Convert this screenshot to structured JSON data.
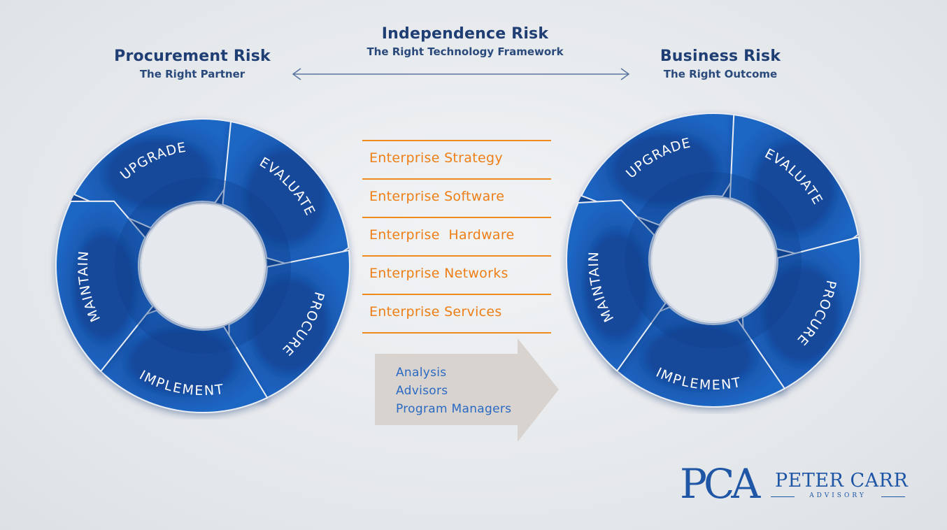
{
  "headers": {
    "left": {
      "title": "Procurement Risk",
      "subtitle": "The Right Partner"
    },
    "center": {
      "title": "Independence Risk",
      "subtitle": "The Right Technology Framework"
    },
    "right": {
      "title": "Business Risk",
      "subtitle": "The Right Outcome"
    }
  },
  "cycle": {
    "stages": [
      "UPGRADE",
      "EVALUATE",
      "PROCURE",
      "IMPLEMENT",
      "MAINTAIN"
    ]
  },
  "layers": [
    "Enterprise Strategy",
    "Enterprise Software",
    "Enterprise  Hardware",
    "Enterprise Networks",
    "Enterprise Services"
  ],
  "arrow_items": [
    "Analysis",
    "Advisors",
    "Program Managers"
  ],
  "logo": {
    "mark": "PCA",
    "name": "PETER CARR",
    "sub": "ADVISORY"
  },
  "colors": {
    "cycle_blue": "#1e66c4",
    "cycle_blue_dark": "#13489a",
    "header_navy": "#1f3f74",
    "layer_orange": "#ee7e16",
    "arrow_gray": "#d8d3cf",
    "arrow_text_blue": "#2a6ac2",
    "logo_blue": "#1f56a6"
  }
}
